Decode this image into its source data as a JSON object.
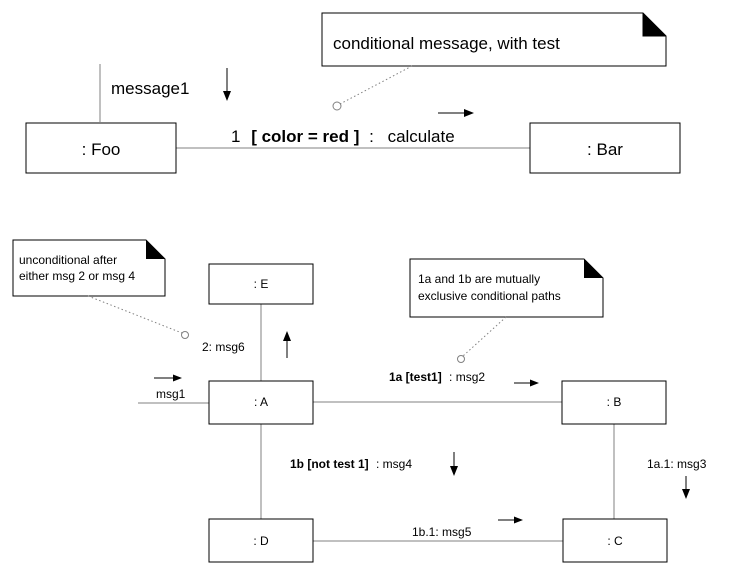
{
  "top": {
    "note_text": "conditional message, with test",
    "message1_label": "message1",
    "foo_label": ": Foo",
    "bar_label": ": Bar",
    "seq_prefix": "1",
    "guard_text": "[ color = red ]",
    "colon": ":",
    "operation": "calculate"
  },
  "bottom": {
    "note_left_line1": "unconditional after",
    "note_left_line2": "either msg 2 or msg 4",
    "note_right_line1": "1a and  1b are mutually",
    "note_right_line2": "exclusive conditional paths",
    "objects": {
      "e": ": E",
      "a": ": A",
      "b": ": B",
      "c": ": C",
      "d": ": D"
    },
    "messages": {
      "msg6": "2: msg6",
      "msg1": "msg1",
      "msg2_seq": "1a [test1]",
      "msg2_rest": ":  msg2",
      "msg4_seq": "1b [not test 1]",
      "msg4_rest": ": msg4",
      "msg3": "1a.1: msg3",
      "msg5": "1b.1: msg5"
    }
  }
}
